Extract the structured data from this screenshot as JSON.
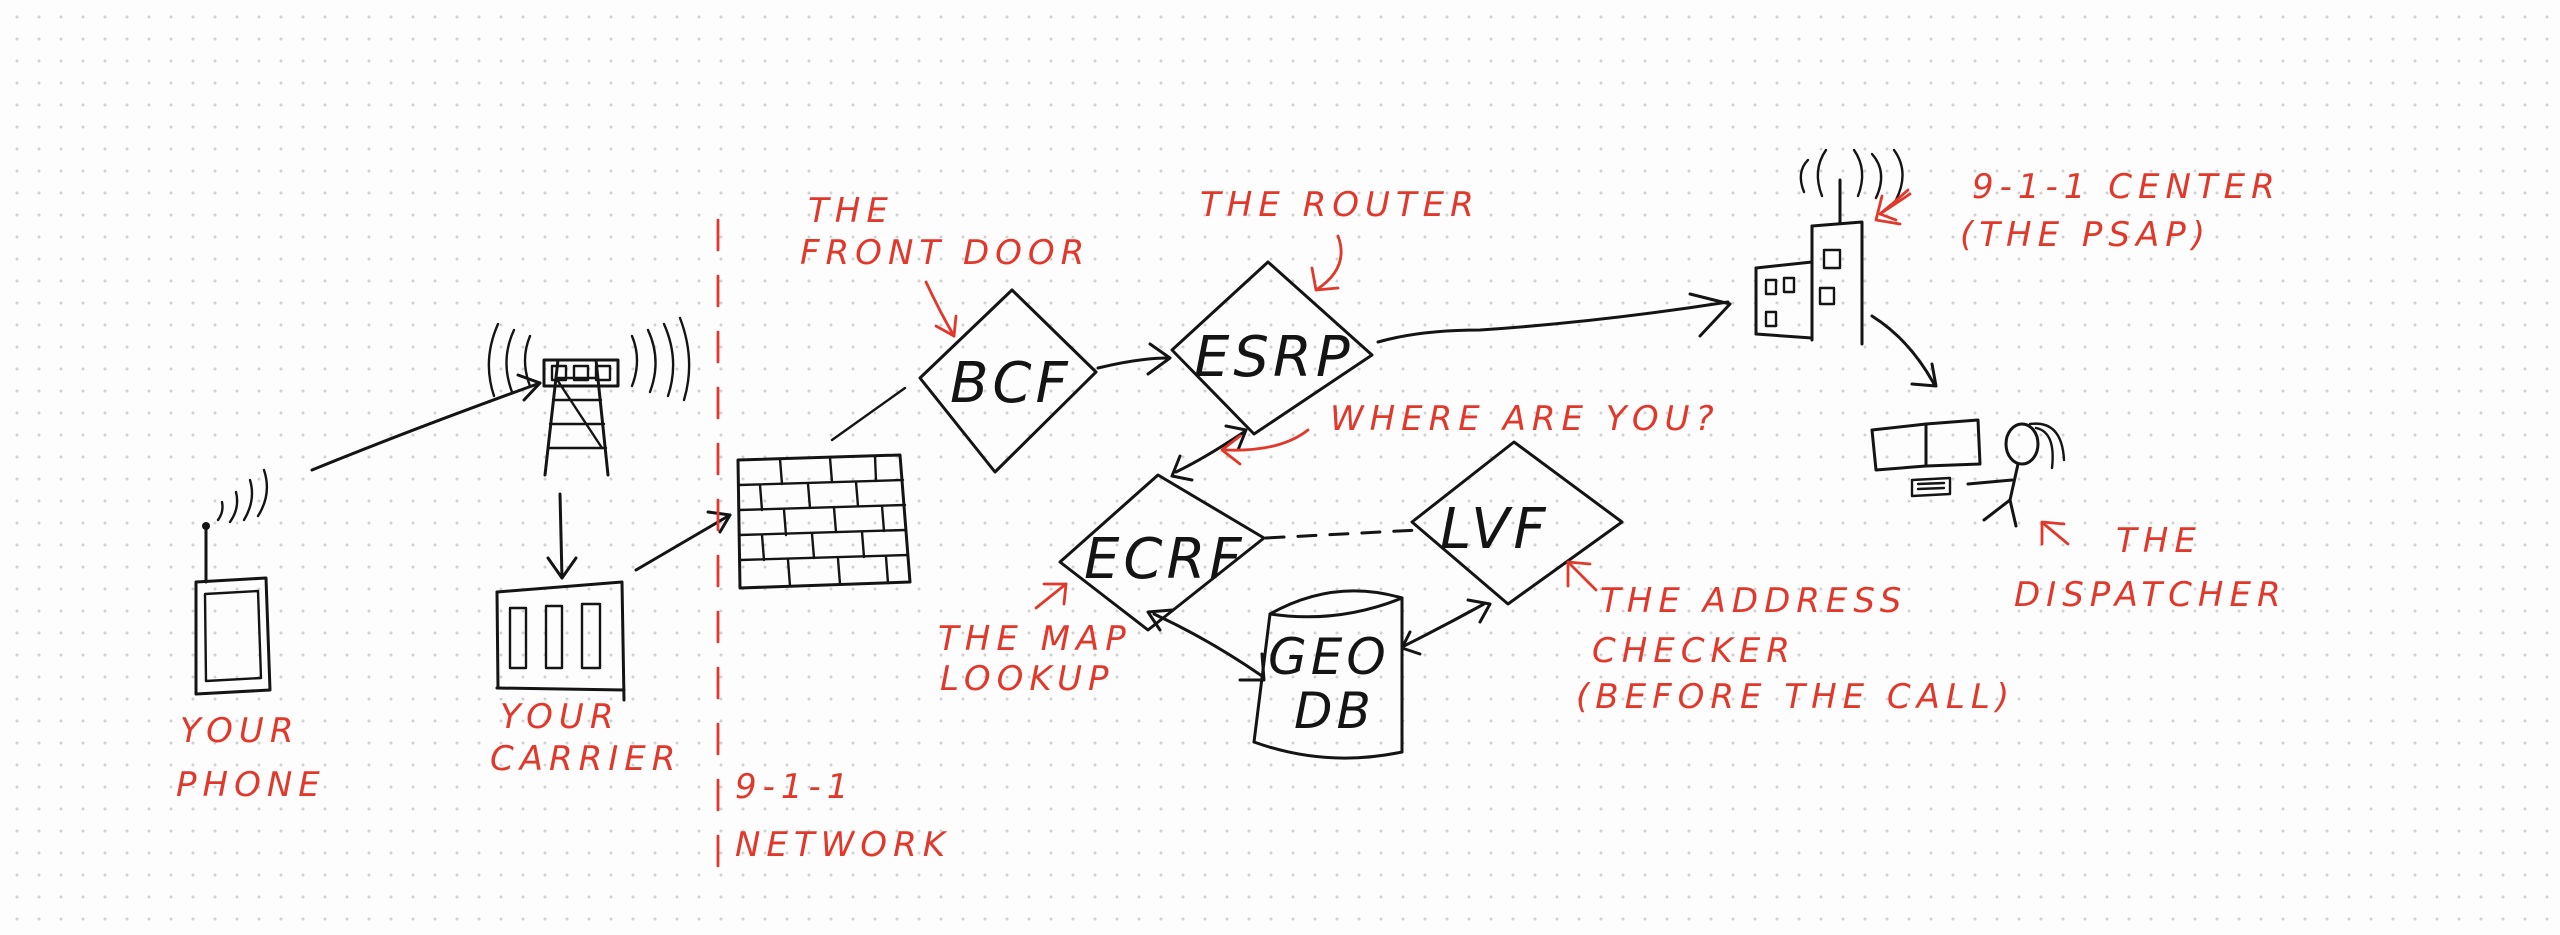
{
  "colors": {
    "ink": "#141414",
    "annotation": "#e0392c",
    "background": "#fdfdfd"
  },
  "nodes": {
    "bcf": "BCF",
    "esrp": "ESRP",
    "ecrf": "ECRF",
    "lvf": "LVF",
    "geo_db": [
      "GEO",
      "DB"
    ]
  },
  "labels": {
    "phone": [
      "YOUR",
      "PHONE"
    ],
    "carrier": [
      "YOUR",
      "CARRIER"
    ],
    "network": [
      "9-1-1",
      "NETWORK"
    ],
    "front_door": [
      "THE",
      "FRONT DOOR"
    ],
    "router": [
      "THE ROUTER"
    ],
    "where_are_you": "WHERE ARE YOU?",
    "map_lookup": [
      "THE MAP",
      "LOOKUP"
    ],
    "address_checker": [
      "THE ADDRESS",
      "CHECKER",
      "(BEFORE THE CALL)"
    ],
    "psap": [
      "9-1-1 CENTER",
      "(THE PSAP)"
    ],
    "dispatcher": [
      "THE",
      "DISPATCHER"
    ]
  },
  "icons": [
    "phone-icon",
    "cell-tower-icon",
    "carrier-building-icon",
    "firewall-icon",
    "psap-building-icon",
    "dispatcher-icon",
    "database-icon"
  ]
}
